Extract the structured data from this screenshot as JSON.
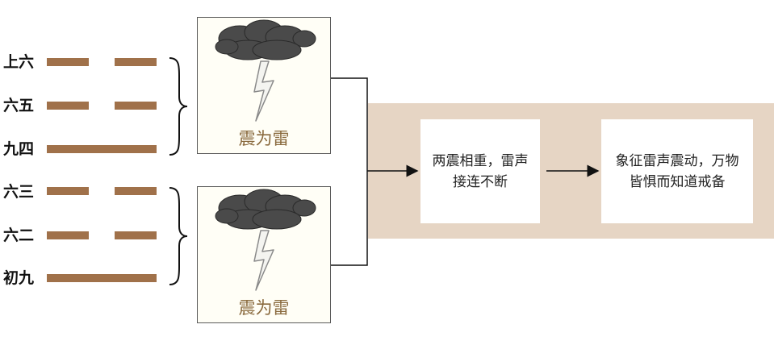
{
  "hexagram": {
    "lines": [
      {
        "label": "上六",
        "type": "yin"
      },
      {
        "label": "六五",
        "type": "yin"
      },
      {
        "label": "九四",
        "type": "yang"
      },
      {
        "label": "六三",
        "type": "yin"
      },
      {
        "label": "六二",
        "type": "yin"
      },
      {
        "label": "初九",
        "type": "yang"
      }
    ]
  },
  "trigrams": {
    "upper": {
      "name": "震为雷",
      "icon": "thunder-cloud-icon"
    },
    "lower": {
      "name": "震为雷",
      "icon": "thunder-cloud-icon"
    }
  },
  "summary": {
    "meaning_text": "两震相重，雷声接连不断",
    "symbol_text": "象征雷声震动，万物皆惧而知道戒备"
  },
  "colors": {
    "line": "#a0714a",
    "band": "#e6d5c4",
    "trigram_text": "#8a6a3e"
  }
}
